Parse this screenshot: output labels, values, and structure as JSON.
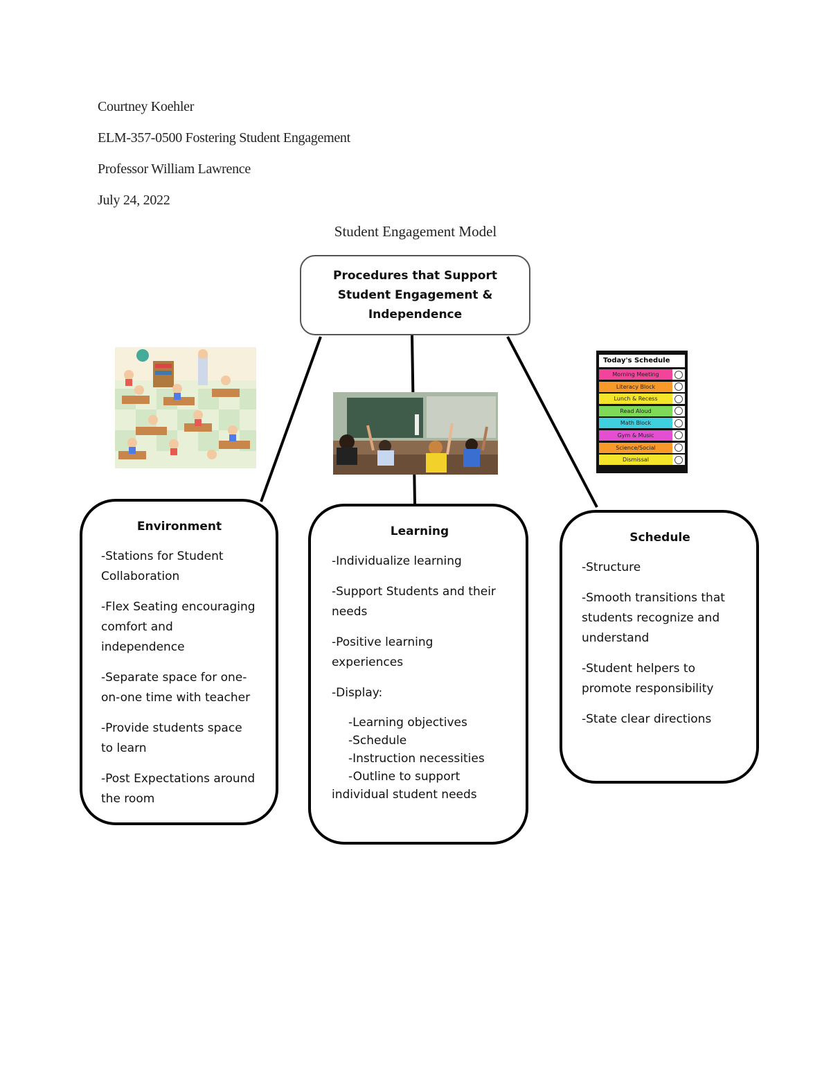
{
  "header": {
    "author": "Courtney Koehler",
    "course": "ELM-357-0500 Fostering Student Engagement",
    "professor": "Professor William Lawrence",
    "date": "July 24, 2022"
  },
  "title": "Student Engagement Model",
  "root": {
    "text": "Procedures that Support Student Engagement & Independence"
  },
  "environment": {
    "heading": "Environment",
    "items": [
      "-Stations for Student Collaboration",
      "-Flex Seating encouraging comfort and independence",
      "-Separate space for one-on-one time with teacher",
      "-Provide students space to learn",
      "-Post Expectations around the room"
    ]
  },
  "learning": {
    "heading": "Learning",
    "items": [
      "-Individualize learning",
      "-Support Students and their needs",
      "-Positive learning experiences",
      "-Display:"
    ],
    "display_items": [
      "-Learning objectives",
      "-Schedule",
      "-Instruction necessities",
      "-Outline to support"
    ],
    "display_tail": "individual student needs"
  },
  "schedule": {
    "heading": "Schedule",
    "items": [
      "-Structure",
      "-Smooth transitions that students recognize and understand",
      "-Student helpers to promote responsibility",
      "-State clear directions"
    ]
  },
  "schedule_card": {
    "title": "Today's Schedule",
    "rows": [
      {
        "label": "Morning Meeting",
        "color": "#f2449a"
      },
      {
        "label": "Literacy Block",
        "color": "#f79a2a"
      },
      {
        "label": "Lunch & Recess",
        "color": "#f5e52a"
      },
      {
        "label": "Read Aloud",
        "color": "#7ed957"
      },
      {
        "label": "Math Block",
        "color": "#3fd0e0"
      },
      {
        "label": "Gym & Music",
        "color": "#e44fd2"
      },
      {
        "label": "Science/Social",
        "color": "#f79a2a"
      },
      {
        "label": "Dismissal",
        "color": "#f5e52a"
      }
    ]
  }
}
